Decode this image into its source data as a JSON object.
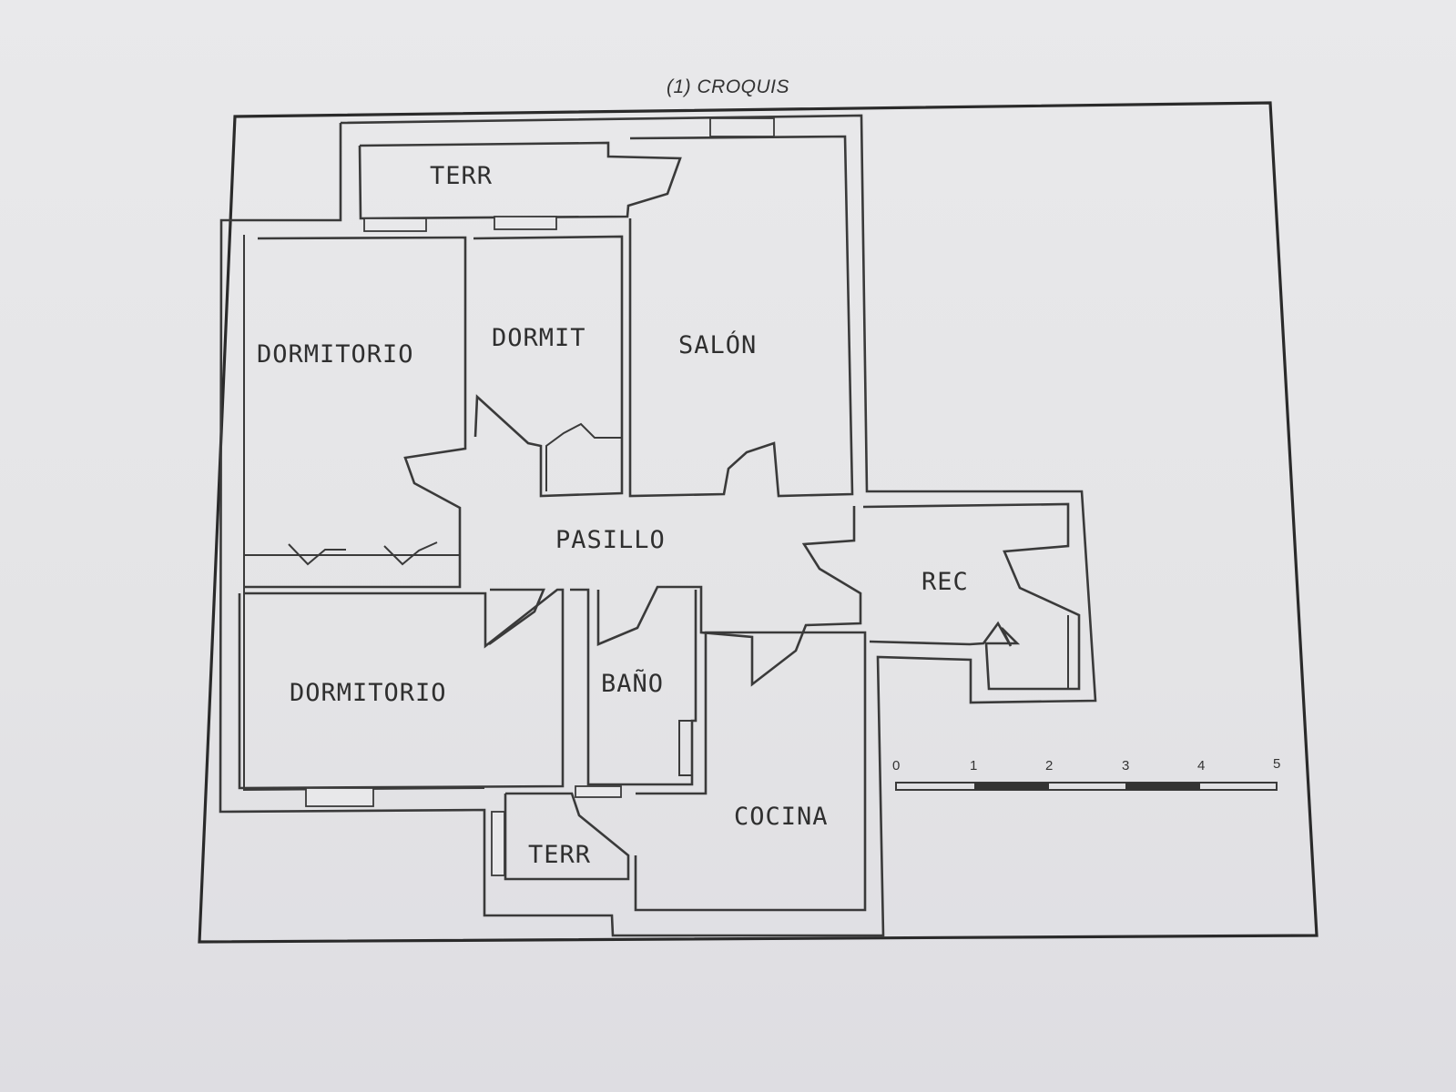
{
  "title": "(1) CROQUIS",
  "rooms": {
    "terr_top": "TERR",
    "dormitorio_1": "DORMITORIO",
    "dormit": "DORMIT",
    "salon": "SALÓN",
    "pasillo": "PASILLO",
    "rec": "REC",
    "dormitorio_2": "DORMITORIO",
    "bano": "BAÑO",
    "cocina": "COCINA",
    "terr_bottom": "TERR"
  },
  "scale": {
    "ticks": [
      "0",
      "1",
      "2",
      "3",
      "4",
      "5"
    ]
  }
}
